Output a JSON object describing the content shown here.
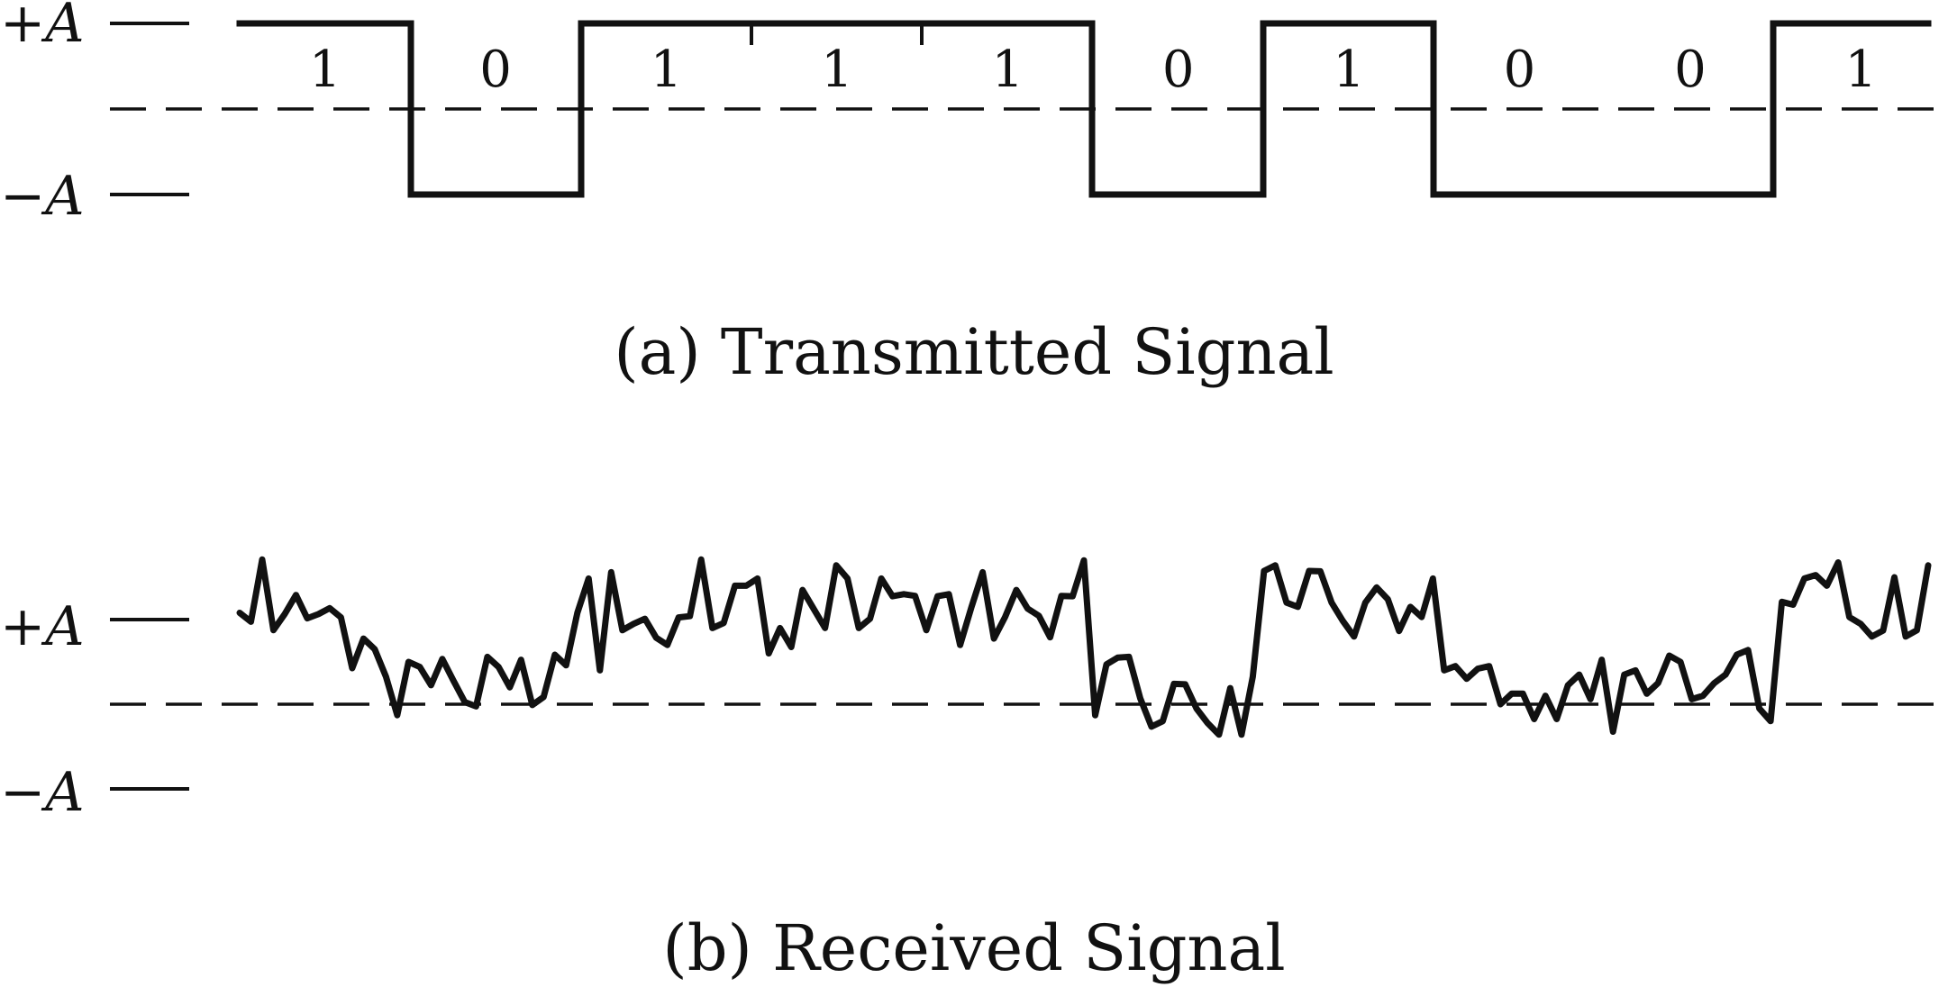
{
  "levels": {
    "plus": "+A",
    "minus": "−A"
  },
  "panel_a": {
    "caption": "(a) Transmitted Signal",
    "bits": [
      "1",
      "0",
      "1",
      "1",
      "1",
      "0",
      "1",
      "0",
      "0",
      "1"
    ]
  },
  "panel_b": {
    "caption": "(b) Received Signal",
    "samples": [
      0.16,
      -0.05,
      1.42,
      -0.25,
      0.13,
      0.58,
      0.03,
      0.13,
      0.27,
      0.05,
      -1.15,
      -0.45,
      -0.7,
      -1.35,
      -2.26,
      -1.0,
      -1.12,
      -1.55,
      -0.93,
      -1.45,
      -1.95,
      -2.05,
      -0.88,
      -1.12,
      -1.6,
      -0.95,
      -2.02,
      -1.83,
      -0.83,
      -1.08,
      0.16,
      0.97,
      -1.2,
      1.12,
      -0.25,
      -0.1,
      0.02,
      -0.43,
      -0.6,
      0.05,
      0.08,
      1.42,
      -0.2,
      -0.08,
      0.8,
      0.8,
      0.97,
      -0.8,
      -0.2,
      -0.65,
      0.7,
      0.25,
      -0.2,
      1.28,
      0.97,
      -0.2,
      0.02,
      0.97,
      0.55,
      0.6,
      0.56,
      -0.25,
      0.55,
      0.6,
      -0.6,
      0.29,
      1.12,
      -0.45,
      0.06,
      0.7,
      0.26,
      0.09,
      -0.42,
      0.56,
      0.55,
      1.4,
      -2.26,
      -1.06,
      -0.9,
      -0.88,
      -1.86,
      -2.53,
      -2.4,
      -1.52,
      -1.53,
      -2.1,
      -2.45,
      -2.72,
      -1.62,
      -2.72,
      -1.35,
      1.15,
      1.28,
      0.4,
      0.3,
      1.15,
      1.14,
      0.4,
      -0.03,
      -0.4,
      0.4,
      0.76,
      0.48,
      -0.27,
      0.3,
      0.06,
      0.97,
      -1.2,
      -1.1,
      -1.4,
      -1.16,
      -1.1,
      -2.0,
      -1.75,
      -1.75,
      -2.35,
      -1.8,
      -2.35,
      -1.55,
      -1.3,
      -1.88,
      -0.95,
      -2.65,
      -1.3,
      -1.2,
      -1.75,
      -1.5,
      -0.85,
      -1.0,
      -1.88,
      -1.8,
      -1.5,
      -1.3,
      -0.83,
      -0.72,
      -2.1,
      -2.4,
      0.42,
      0.35,
      0.97,
      1.05,
      0.8,
      1.35,
      0.06,
      -0.1,
      -0.4,
      -0.26,
      1.0,
      -0.4,
      -0.25,
      1.28
    ]
  }
}
